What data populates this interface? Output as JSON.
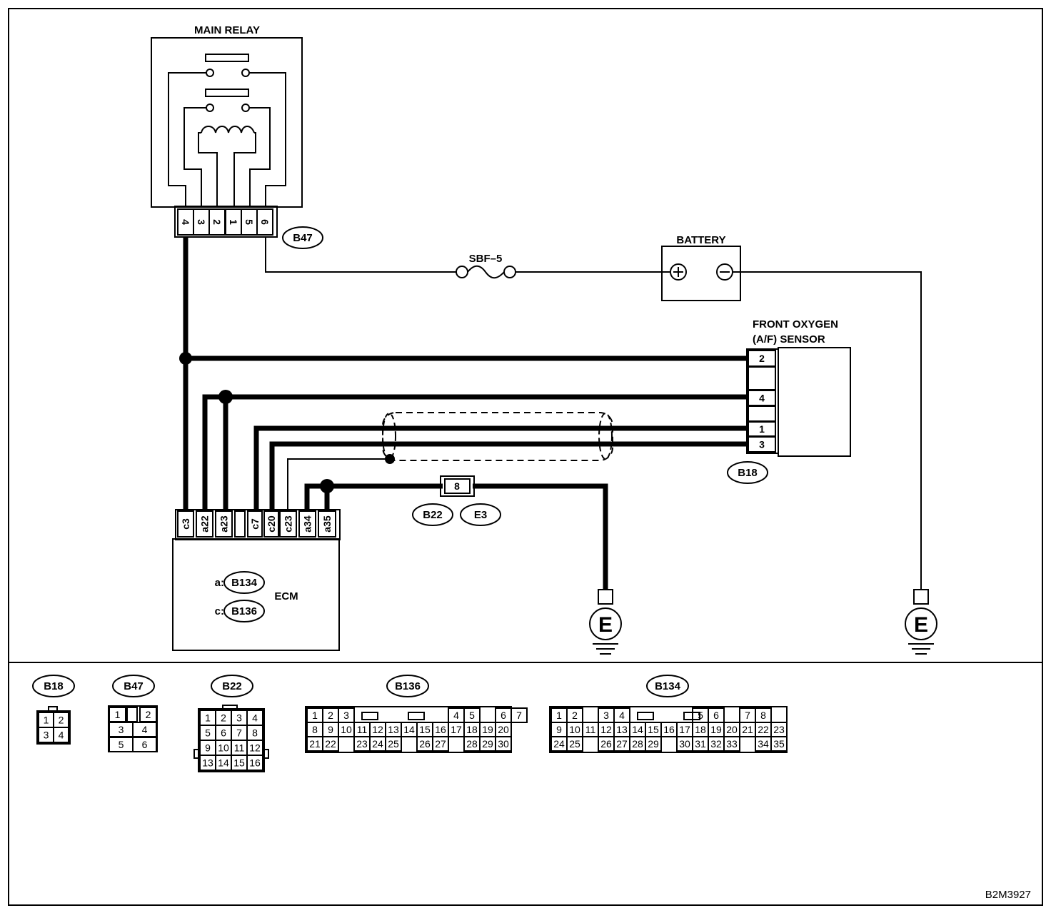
{
  "labels": {
    "main_relay": "MAIN RELAY",
    "battery": "BATTERY",
    "fuse": "SBF–5",
    "sensor_line1": "FRONT OXYGEN",
    "sensor_line2": "(A/F) SENSOR",
    "ecm": "ECM",
    "ecm_conn_a_prefix": "a:",
    "ecm_conn_c_prefix": "c:",
    "figure_code": "B2M3927",
    "ground_symbol": "E",
    "battery_plus": "+",
    "battery_minus": "−"
  },
  "connector_tags": {
    "b47": "B47",
    "b18": "B18",
    "b22": "B22",
    "e3": "E3",
    "b134": "B134",
    "b136": "B136"
  },
  "relay_pins": [
    "4",
    "3",
    "2",
    "1",
    "5",
    "6"
  ],
  "ecm_pins": [
    "c3",
    "a22",
    "a23",
    "",
    "c7",
    "c20",
    "c23",
    "a34",
    "a35"
  ],
  "sensor_pins": [
    "2",
    "",
    "4",
    "",
    "1",
    "3"
  ],
  "joint_pin": "8",
  "connectors": {
    "b18": {
      "name": "B18",
      "rows": [
        [
          "1",
          "2"
        ],
        [
          "3",
          "4"
        ]
      ]
    },
    "b47": {
      "name": "B47",
      "rows": [
        [
          "1",
          "",
          "2"
        ],
        [
          "3",
          "4"
        ],
        [
          "5",
          "6"
        ]
      ]
    },
    "b22": {
      "name": "B22",
      "rows": [
        [
          "1",
          "2",
          "3",
          "4"
        ],
        [
          "5",
          "6",
          "7",
          "8"
        ],
        [
          "9",
          "10",
          "11",
          "12"
        ],
        [
          "13",
          "14",
          "15",
          "16"
        ]
      ]
    },
    "b136": {
      "name": "B136",
      "rows": [
        [
          "1",
          "2",
          "3",
          "",
          "",
          "",
          "",
          "",
          "",
          "4",
          "5",
          "",
          "6",
          "7"
        ],
        [
          "8",
          "9",
          "10",
          "11",
          "12",
          "13",
          "14",
          "15",
          "16",
          "17",
          "18",
          "19",
          "20"
        ],
        [
          "21",
          "22",
          "",
          "23",
          "24",
          "25",
          "",
          "26",
          "27",
          "",
          "28",
          "29",
          "30"
        ]
      ]
    },
    "b134": {
      "name": "B134",
      "rows": [
        [
          "1",
          "2",
          "",
          "3",
          "4",
          "",
          "",
          "",
          "",
          "5",
          "6",
          "",
          "7",
          "8"
        ],
        [
          "9",
          "10",
          "11",
          "12",
          "13",
          "14",
          "15",
          "16",
          "17",
          "18",
          "19",
          "20",
          "21",
          "22",
          "23"
        ],
        [
          "24",
          "25",
          "",
          "26",
          "27",
          "28",
          "29",
          "",
          "30",
          "31",
          "32",
          "33",
          "",
          "34",
          "35"
        ]
      ]
    }
  }
}
